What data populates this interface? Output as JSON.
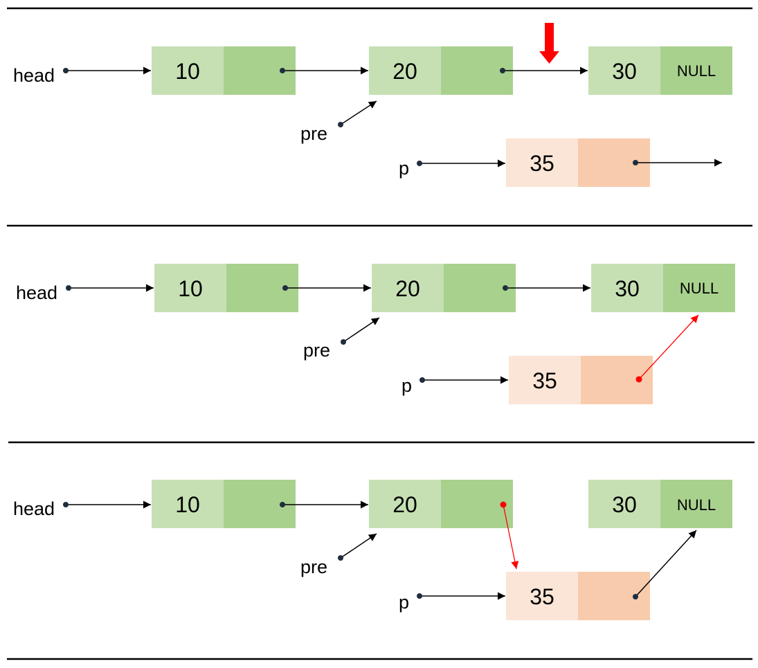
{
  "panels": [
    {
      "step": 1,
      "head_label": "head",
      "pre_label": "pre",
      "p_label": "p",
      "node_values": [
        "10",
        "20",
        "30"
      ],
      "tail_next": "NULL",
      "new_node_value": "35",
      "marker": "insertion-point-arrow"
    },
    {
      "step": 2,
      "head_label": "head",
      "pre_label": "pre",
      "p_label": "p",
      "node_values": [
        "10",
        "20",
        "30"
      ],
      "tail_next": "NULL",
      "new_node_value": "35",
      "highlighted_link": "p.next -> node 30"
    },
    {
      "step": 3,
      "head_label": "head",
      "pre_label": "pre",
      "p_label": "p",
      "node_values": [
        "10",
        "20",
        "30"
      ],
      "tail_next": "NULL",
      "new_node_value": "35",
      "highlighted_link": "pre.next -> p"
    }
  ],
  "colors": {
    "node_data": "#c6e0b4",
    "node_next": "#a9d18e",
    "new_node_data": "#fbe5d6",
    "new_node_next": "#f8cbad",
    "pointer_dot": "#1f2d3d",
    "arrow": "#000000",
    "highlight": "#ff0000",
    "separator": "#000000"
  }
}
